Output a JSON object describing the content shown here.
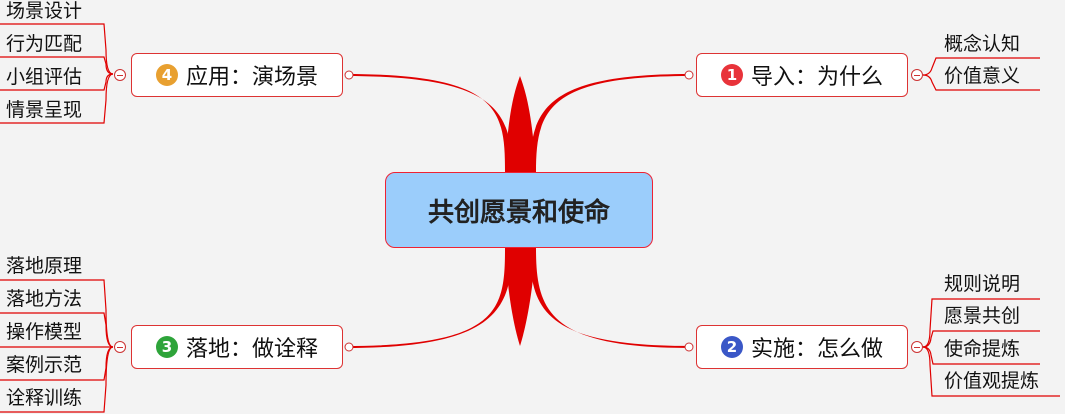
{
  "center": {
    "label": "共创愿景和使命"
  },
  "topics": [
    {
      "id": "t1",
      "number": "1",
      "badge_color": "#e8333a",
      "label": "导入：为什么",
      "leaves": [
        "概念认知",
        "价值意义"
      ]
    },
    {
      "id": "t2",
      "number": "2",
      "badge_color": "#3a57c7",
      "label": "实施：怎么做",
      "leaves": [
        "规则说明",
        "愿景共创",
        "使命提炼",
        "价值观提炼"
      ]
    },
    {
      "id": "t3",
      "number": "3",
      "badge_color": "#2ea43a",
      "label": "落地：做诠释",
      "leaves": [
        "落地原理",
        "落地方法",
        "操作模型",
        "案例示范",
        "诠释训练"
      ]
    },
    {
      "id": "t4",
      "number": "4",
      "badge_color": "#e8a030",
      "label": "应用：演场景",
      "leaves": [
        "场景设计",
        "行为匹配",
        "小组评估",
        "情景呈现"
      ]
    }
  ],
  "colors": {
    "line": "#e00000",
    "border": "#d33333",
    "center_fill": "#9bcdfb",
    "background": "#f3f3f3"
  }
}
